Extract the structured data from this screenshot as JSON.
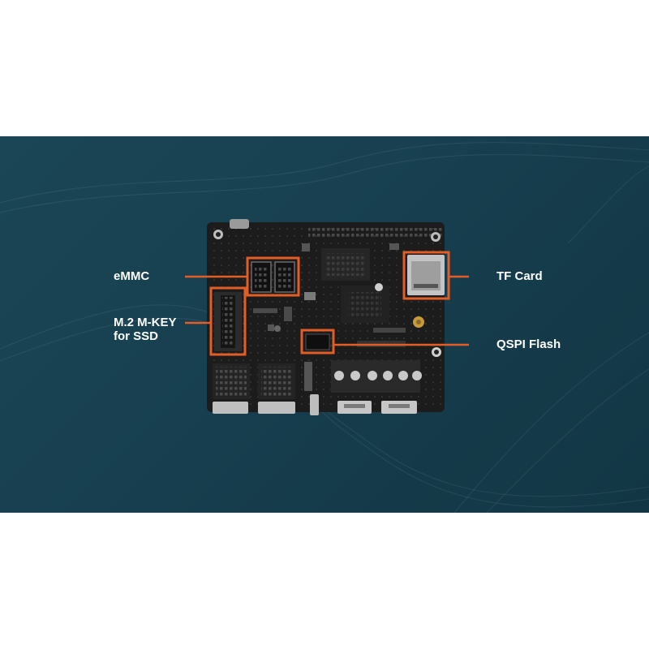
{
  "callouts": {
    "emmc": {
      "label": "eMMC"
    },
    "m2": {
      "line1": "M.2 M-KEY",
      "line2": "for SSD"
    },
    "tf_card": {
      "label": "TF Card"
    },
    "qspi": {
      "label": "QSPI Flash"
    }
  },
  "colors": {
    "background": "#173f4f",
    "accent": "#e35d26",
    "board": "#1c1c1c",
    "text": "#ffffff"
  }
}
